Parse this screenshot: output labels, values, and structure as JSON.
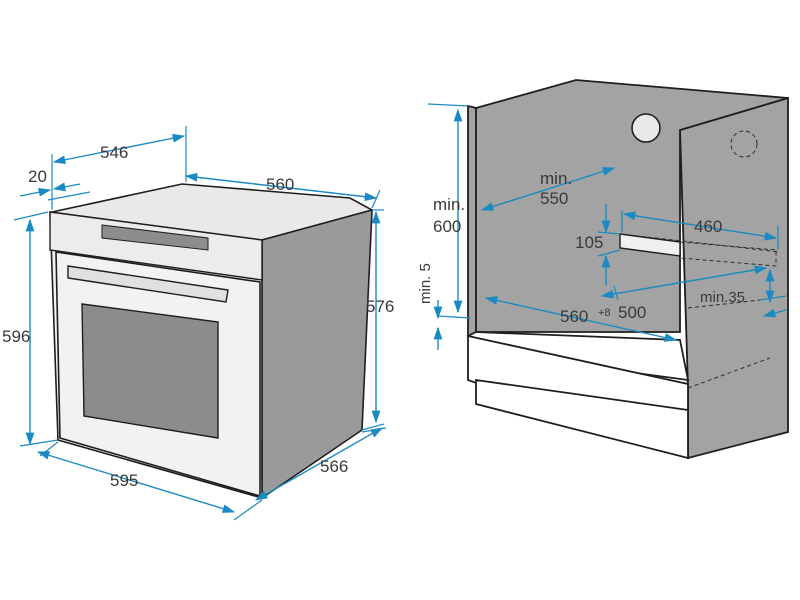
{
  "oven": {
    "dim_width_top": "546",
    "dim_depth_top": "560",
    "dim_panel_thickness": "20",
    "dim_height_total": "596",
    "dim_height_body": "576",
    "dim_width_front": "595",
    "dim_depth_body": "566"
  },
  "cabinet": {
    "dim_height_min": "min.",
    "dim_height_value": "600",
    "dim_width_min": "min.",
    "dim_width_value": "550",
    "dim_gap_min": "min. 5",
    "dim_opening_width": "560",
    "dim_opening_tolerance": "+8",
    "dim_vent_width": "460",
    "dim_vent_height": "105",
    "dim_depth": "500",
    "dim_back_gap": "min.35"
  },
  "colors": {
    "dimension": "#1a8ac2",
    "outline": "#1e1e1e",
    "side_fill": "#9a9a9a",
    "label": "#3a3a3a"
  }
}
